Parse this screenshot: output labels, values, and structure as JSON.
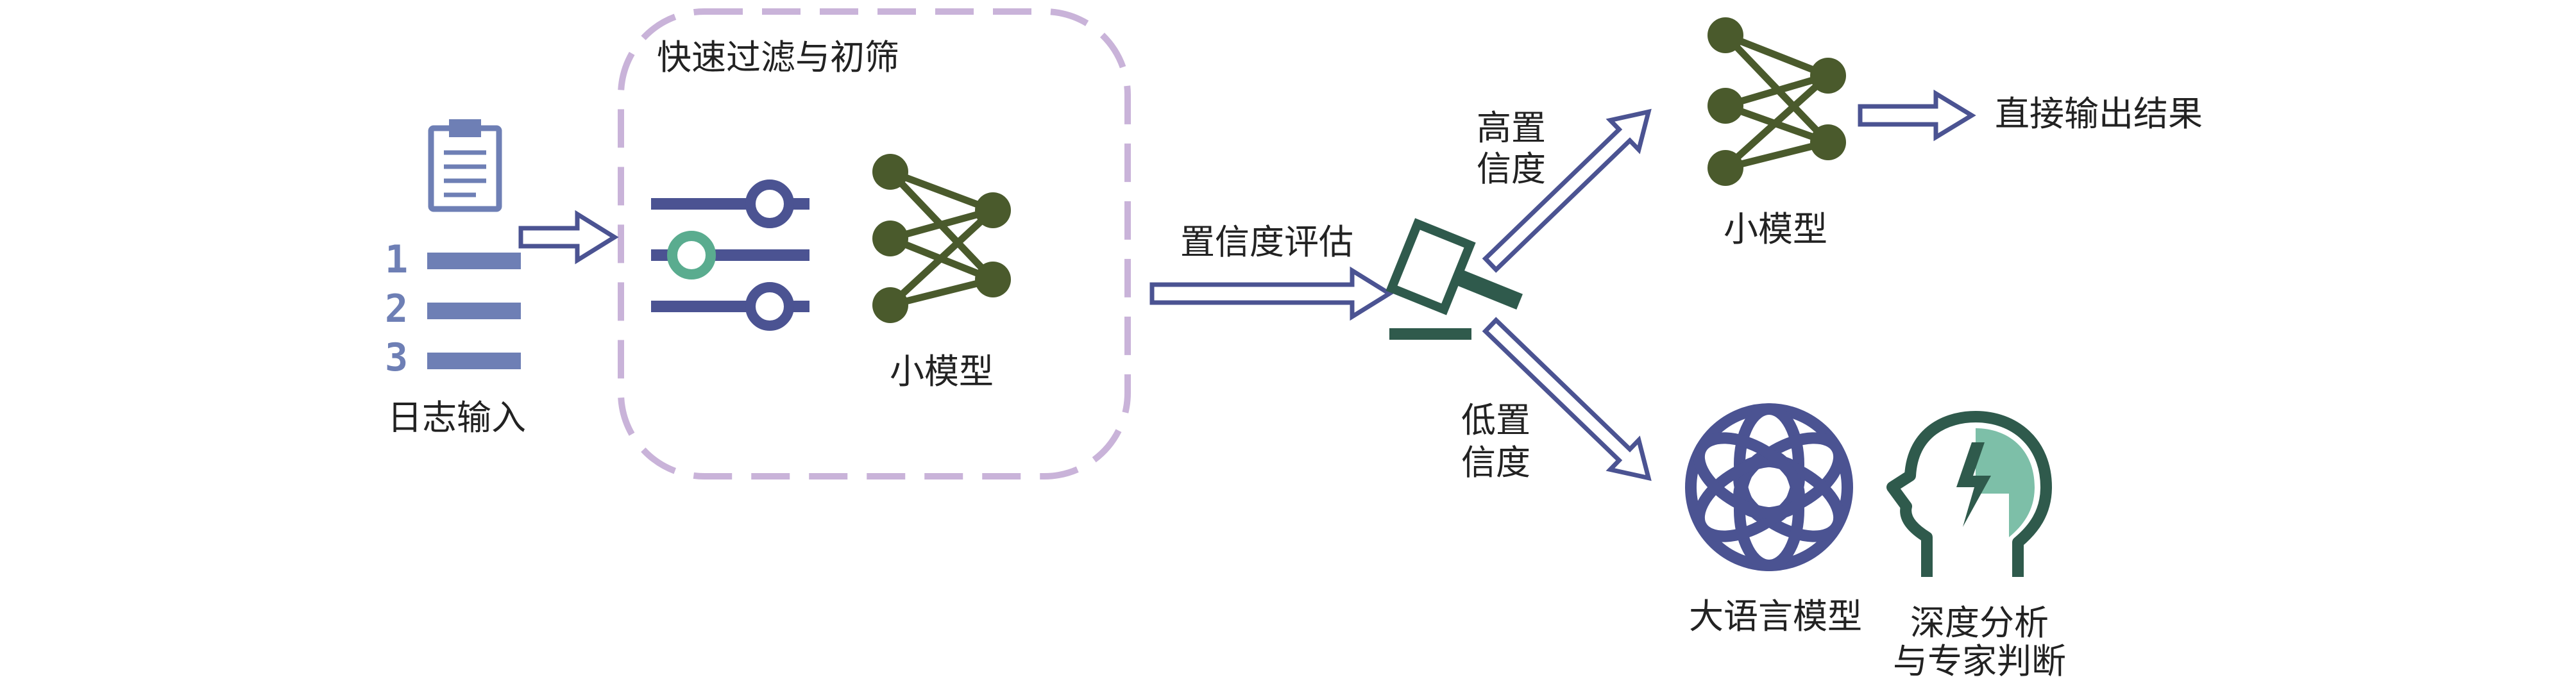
{
  "log_input": {
    "label": "日志输入",
    "list_numbers": [
      "1",
      "2",
      "3"
    ]
  },
  "filter_stage": {
    "title": "快速过滤与初筛",
    "model_label": "小模型"
  },
  "confidence": {
    "label": "置信度评估",
    "high_label_line1": "高置",
    "high_label_line2": "信度",
    "low_label_line1": "低置",
    "low_label_line2": "信度"
  },
  "high_branch": {
    "model_label": "小模型",
    "result_label": "直接输出结果"
  },
  "low_branch": {
    "llm_label": "大语言模型",
    "expert_label_line1": "深度分析",
    "expert_label_line2": "与专家判断"
  },
  "colors": {
    "navy": "#4b5392",
    "slate_blue": "#6e7fb5",
    "dashed_purple": "#c9b3d9",
    "olive": "#4a5a2c",
    "teal": "#5aac8f",
    "dark_teal": "#2f5a4c",
    "mint": "#7dbfa8"
  },
  "icons": [
    "clipboard-icon",
    "numbered-list-icon",
    "filter-sliders-icon",
    "neural-network-icon",
    "gavel-icon",
    "openai-llm-icon",
    "expert-head-icon"
  ]
}
